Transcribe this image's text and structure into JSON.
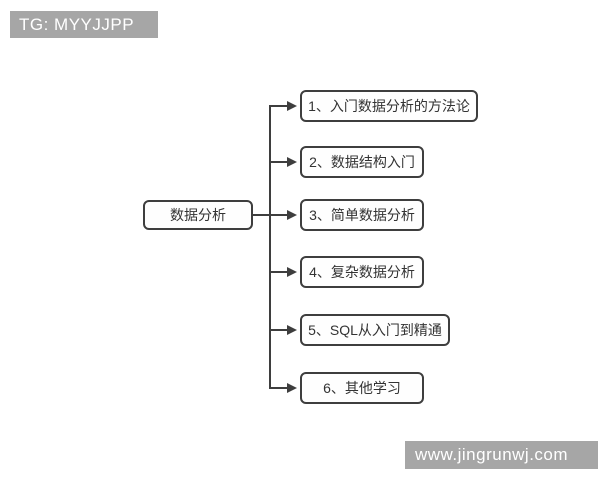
{
  "watermarks": {
    "top": "TG: MYYJJPP",
    "bottom": "www.jingrunwj.com"
  },
  "diagram": {
    "root": {
      "label": "数据分析"
    },
    "branches": [
      {
        "label": "1、入门数据分析的方法论"
      },
      {
        "label": "2、数据结构入门"
      },
      {
        "label": "3、简单数据分析"
      },
      {
        "label": "4、复杂数据分析"
      },
      {
        "label": "5、SQL从入门到精通"
      },
      {
        "label": "6、其他学习"
      }
    ]
  },
  "colors": {
    "background": "#ffffff",
    "line": "#3e3e3e",
    "box_border": "#3e3e3e",
    "box_fill": "#fefefe",
    "box_text": "#333333",
    "watermark_bg": "#a6a6a6",
    "watermark_text": "#ffffff"
  }
}
